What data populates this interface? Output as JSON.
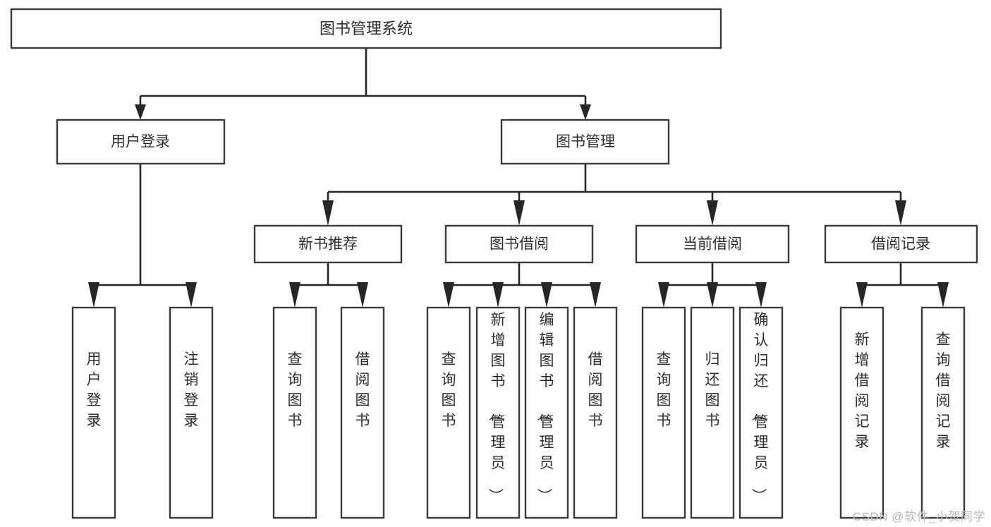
{
  "diagram": {
    "title": "图书管理系统",
    "watermark": "CSDN @软件_小贺同学",
    "colors": {
      "box_stroke": "#3b3b3b",
      "connector": "#262626",
      "text": "#2e2e2e",
      "background": "#ffffff",
      "watermark": "#b9b9b9"
    },
    "root": {
      "label": "图书管理系统"
    },
    "level2": [
      {
        "label": "用户登录"
      },
      {
        "label": "图书管理"
      }
    ],
    "level3": [
      {
        "label": "新书推荐"
      },
      {
        "label": "图书借阅"
      },
      {
        "label": "当前借阅"
      },
      {
        "label": "借阅记录"
      }
    ],
    "leaves": {
      "user_login": [
        {
          "label": "用户登录"
        },
        {
          "label": "注销登录"
        }
      ],
      "new_book_recommend": [
        {
          "label": "查询图书"
        },
        {
          "label": "借阅图书"
        }
      ],
      "book_borrow": [
        {
          "label": "查询图书"
        },
        {
          "label": "新增图书（管理员）"
        },
        {
          "label": "编辑图书（管理员）"
        },
        {
          "label": "借阅图书"
        }
      ],
      "current_borrow": [
        {
          "label": "查询图书"
        },
        {
          "label": "归还图书"
        },
        {
          "label": "确认归还（管理员）"
        }
      ],
      "borrow_record": [
        {
          "label": "新增借阅记录"
        },
        {
          "label": "查询借阅记录"
        }
      ]
    }
  }
}
